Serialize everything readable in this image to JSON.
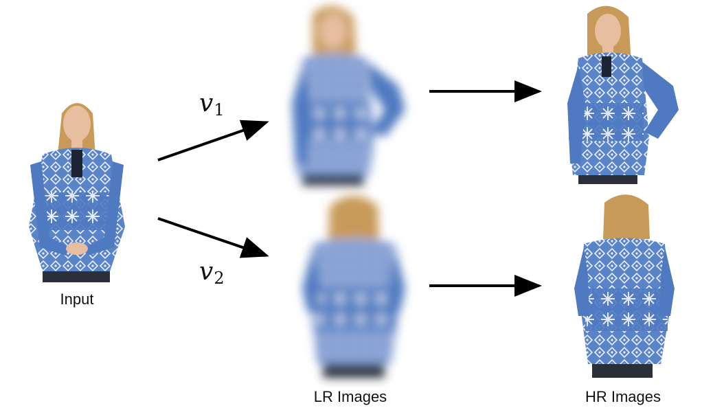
{
  "labels": {
    "input": "Input",
    "lr_images": "LR Images",
    "hr_images": "HR Images",
    "view_1": {
      "symbol": "v",
      "subscript": "1"
    },
    "view_2": {
      "symbol": "v",
      "subscript": "2"
    }
  },
  "figures": [
    {
      "name": "input-photo",
      "view": "front",
      "blur": "none"
    },
    {
      "name": "lr-image-view-1",
      "view": "three-quarter",
      "blur": "strong"
    },
    {
      "name": "hr-image-view-1",
      "view": "three-quarter",
      "blur": "none"
    },
    {
      "name": "lr-image-view-2",
      "view": "back",
      "blur": "strong"
    },
    {
      "name": "hr-image-view-2",
      "view": "back",
      "blur": "none"
    }
  ],
  "colors": {
    "sweater": "#5a84c9",
    "sweater_dark": "#3e66ad",
    "pattern": "#e9eef8",
    "hair": "#c89a5a",
    "skin": "#e7bfa0",
    "pants": "#2a2f3a",
    "arrow": "#000000"
  }
}
